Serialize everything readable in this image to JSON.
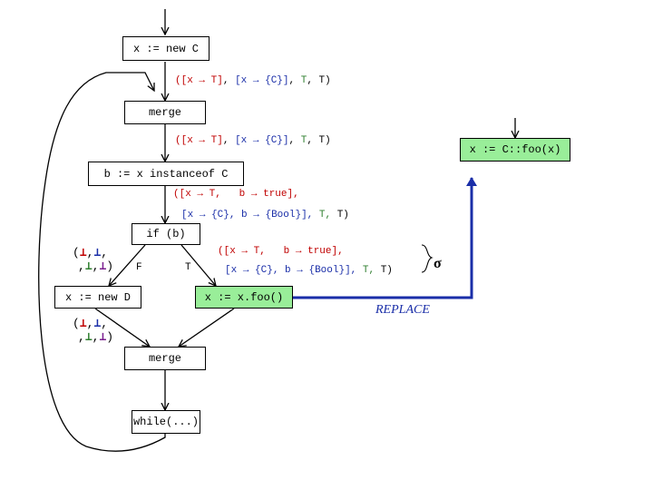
{
  "nodes": {
    "new_c": "x := new C",
    "merge_top": "merge",
    "instanceof": "b := x instanceof C",
    "if_b": "if (b)",
    "new_d": "x := new D",
    "call": "x := x.foo()",
    "merge_bottom": "merge",
    "while": "while(...)",
    "replacement": "x := C::foo(x)"
  },
  "branches": {
    "false": "F",
    "true": "T"
  },
  "states": {
    "s1": {
      "open": "([x",
      "arrow1": "→",
      "t1": "T]",
      "sep1": ",",
      "open2": "[x",
      "arrow2": "→",
      "set": "{C}]",
      "sep2": ",",
      "t2": "T",
      "sep3": ",",
      "t3": "T)"
    },
    "s2": {
      "open": "([x",
      "arrow1": "→",
      "t1": "T]",
      "sep1": ",",
      "open2": "[x",
      "arrow2": "→",
      "set": "{C}]",
      "sep2": ",",
      "t2": "T",
      "sep3": ",",
      "t3": "T)"
    },
    "s3": {
      "line1_open": "([x",
      "line1_arrow": "→",
      "line1_t": "T,",
      "line1_b": "b",
      "line1_arrow2": "→",
      "line1_val": "true],",
      "line2_open": "[x",
      "line2_arrow": "→",
      "line2_set": "{C}, b",
      "line2_arrow2": "→",
      "line2_val": "{Bool}],",
      "line2_t1": "T,",
      "line2_t2": "T)"
    },
    "s4": {
      "line1_open": "([x",
      "line1_arrow": "→",
      "line1_t": "T,",
      "line1_b": "b",
      "line1_arrow2": "→",
      "line1_val": "true],",
      "line2_open": "[x",
      "line2_arrow": "→",
      "line2_set": "{C}, b",
      "line2_arrow2": "→",
      "line2_val": "{Bool}],",
      "line2_t1": "T,",
      "line2_t2": "T)"
    },
    "bottom1": {
      "l1_open": "(",
      "l1_bot1": "⊥",
      "l1_c1": ",",
      "l1_bot2": "⊥",
      "l1_c2": ",",
      "l2_c0": ",",
      "l2_bot1": "⊥",
      "l2_c1": ",",
      "l2_bot2": "⊥",
      "l2_close": ")"
    },
    "bottom2": {
      "l1_open": "(",
      "l1_bot1": "⊥",
      "l1_c1": ",",
      "l1_bot2": "⊥",
      "l1_c2": ",",
      "l2_c0": ",",
      "l2_bot1": "⊥",
      "l2_c1": ",",
      "l2_bot2": "⊥",
      "l2_close": ")"
    }
  },
  "sigma": "σ",
  "replace_label": "REPLACE",
  "colors": {
    "red": "#c00000",
    "blue": "#1a2ea8",
    "green": "#2f7f2f",
    "purple": "#7a1f8f",
    "highlight": "#99ee99"
  }
}
